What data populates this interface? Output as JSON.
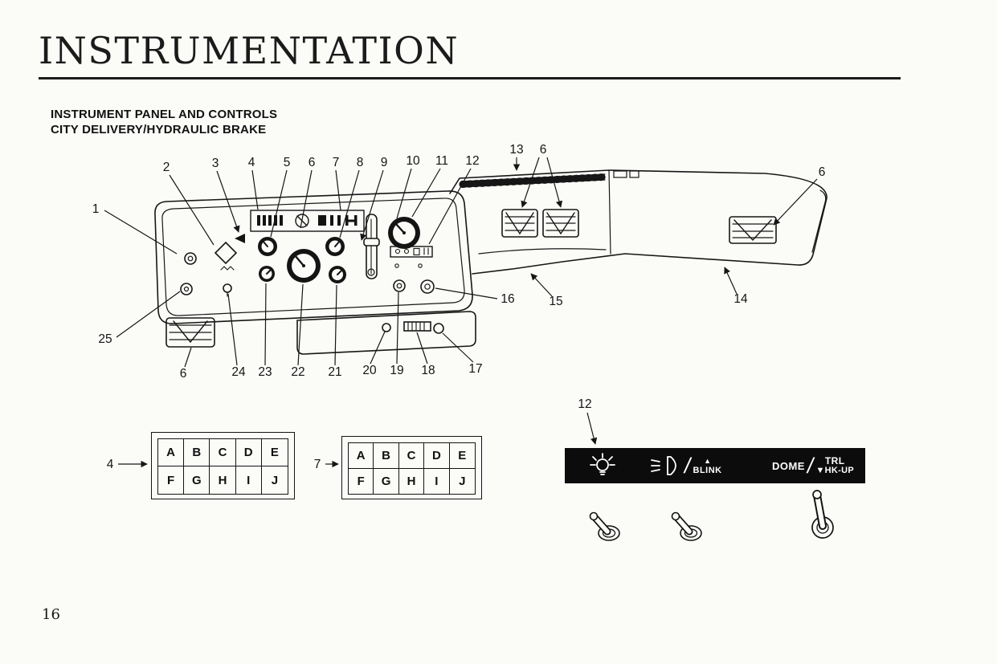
{
  "page": {
    "title": "INSTRUMENTATION",
    "section_heading": [
      "INSTRUMENT PANEL AND CONTROLS",
      "CITY DELIVERY/HYDRAULIC BRAKE"
    ],
    "page_number": "16"
  },
  "diagram": {
    "callouts": [
      "1",
      "2",
      "3",
      "4",
      "5",
      "6",
      "7",
      "8",
      "9",
      "10",
      "11",
      "12",
      "13",
      "6",
      "6",
      "25",
      "6",
      "24",
      "23",
      "22",
      "21",
      "20",
      "19",
      "18",
      "17",
      "16",
      "15",
      "14"
    ]
  },
  "grids": {
    "grid1": {
      "label": "4",
      "rows": [
        [
          "A",
          "B",
          "C",
          "D",
          "E"
        ],
        [
          "F",
          "G",
          "H",
          "I",
          "J"
        ]
      ]
    },
    "grid2": {
      "label": "7",
      "rows": [
        [
          "A",
          "B",
          "C",
          "D",
          "E"
        ],
        [
          "F",
          "G",
          "H",
          "I",
          "J"
        ]
      ]
    }
  },
  "switch_panel": {
    "label": "12",
    "up_arrow": "▲",
    "blink": "BLINK",
    "slash": "/",
    "dome": "DOME",
    "trl": "TRL",
    "hk_up": "▼HK-UP"
  }
}
